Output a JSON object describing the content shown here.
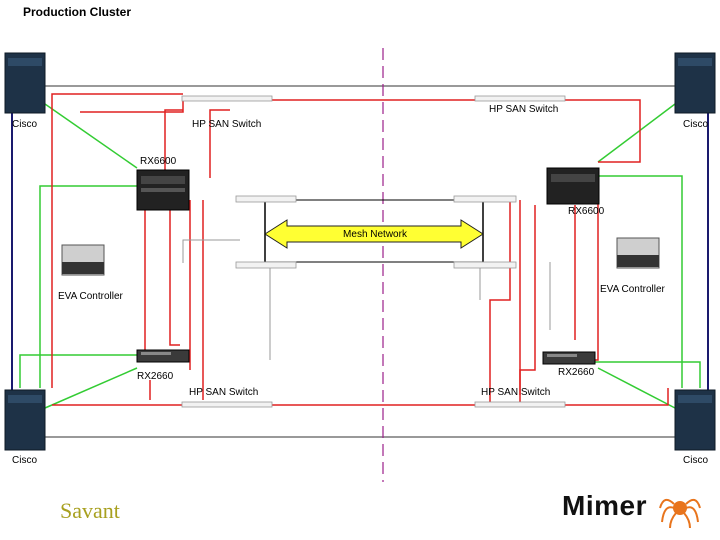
{
  "title": "Production Cluster",
  "labels": {
    "cisco_tl": "Cisco",
    "cisco_tr": "Cisco",
    "cisco_bl": "Cisco",
    "cisco_br": "Cisco",
    "switch_tl": "HP SAN Switch",
    "switch_tr": "HP SAN Switch",
    "switch_bl": "HP SAN Switch",
    "switch_br": "HP SAN Switch",
    "rx6600_left": "RX6600",
    "rx6600_right": "RX6600",
    "eva_left": "EVA Controller",
    "eva_right": "EVA Controller",
    "rx2660_left": "RX2660",
    "rx2660_right": "RX2660",
    "mesh": "Mesh Network"
  },
  "footer": {
    "left_brand": "Savant",
    "right_brand": "Mimer"
  },
  "colors": {
    "green": "#33cc33",
    "red": "#e02020",
    "navy": "#1a1a6e",
    "gray": "#888888",
    "purple_divider": "#9b1f8a",
    "mesh_fill": "#ffff33",
    "savant": "#a8a020",
    "spider": "#e8741c"
  }
}
